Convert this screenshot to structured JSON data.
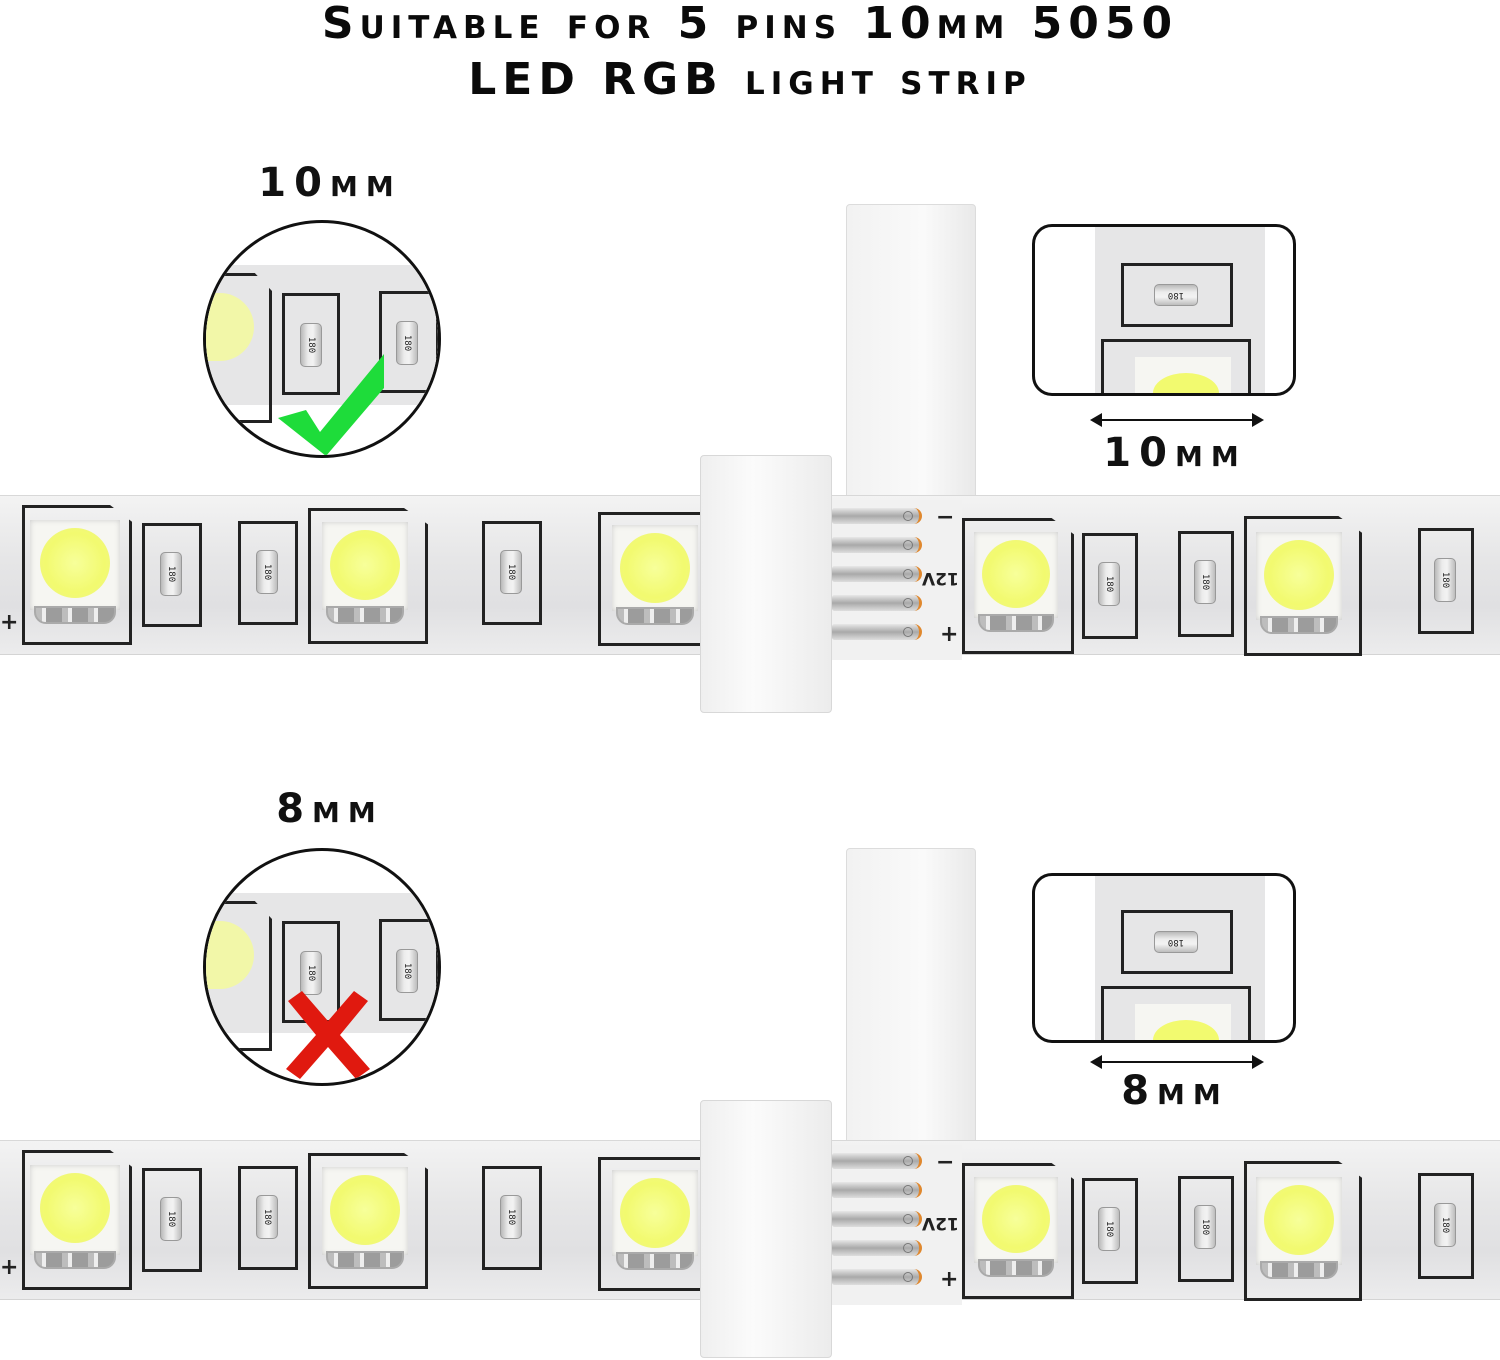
{
  "heading": {
    "line1": "Suitable for 5 pins 10mm 5050",
    "line2": "LED RGB light strip"
  },
  "panels": [
    {
      "id": "compatible",
      "circle_label": "10mm",
      "inset_label": "10mm",
      "status": "check",
      "status_icon": "check-mark-icon",
      "status_color": "#1edc3a"
    },
    {
      "id": "incompatible",
      "circle_label": "8mm",
      "inset_label": "8mm",
      "status": "cross",
      "status_icon": "cross-mark-icon",
      "status_color": "#e0190f"
    }
  ],
  "strip": {
    "resistor_code": "180",
    "voltage_label": "12V",
    "minus_sign": "−",
    "plus_sign": "+",
    "pin_count": 5,
    "pin_accent_color": "#e0882e",
    "led_color": "#f2fa6f"
  }
}
